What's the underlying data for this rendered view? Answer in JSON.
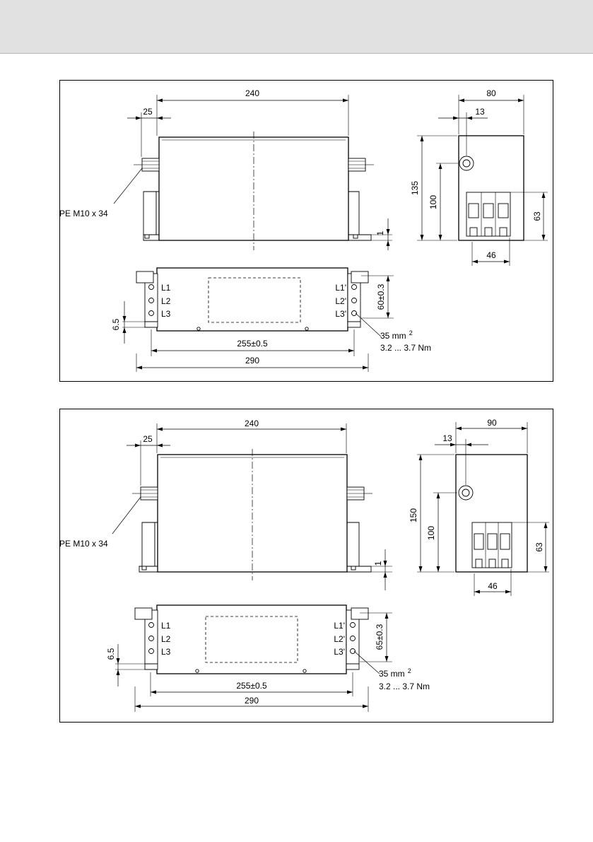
{
  "header": {},
  "drawings": [
    {
      "id": "variant-1",
      "dims": {
        "overall_top_width": "240",
        "pe_offset": "25",
        "side_width": "80",
        "side_bolt_offset": "13",
        "side_height": "135",
        "side_bolt_height": "100",
        "side_terminal_height": "63",
        "side_terminal_width": "46",
        "base_thickness": "1",
        "bottom_height": "60±0.3",
        "bottom_mount_offset": "6.5",
        "bottom_mount_spacing": "255±0.5",
        "bottom_overall_length": "290"
      },
      "labels": {
        "pe": "PE M10 x 34",
        "terminal_spec_1": "35 mm",
        "terminal_spec_sup": "2",
        "terminal_spec_2": "3.2 ... 3.7 Nm",
        "line_in": [
          "L1",
          "L2",
          "L3"
        ],
        "line_out": [
          "L1'",
          "L2'",
          "L3'"
        ]
      }
    },
    {
      "id": "variant-2",
      "dims": {
        "overall_top_width": "240",
        "pe_offset": "25",
        "side_width": "90",
        "side_bolt_offset": "13",
        "side_height": "150",
        "side_bolt_height": "100",
        "side_terminal_height": "63",
        "side_terminal_width": "46",
        "base_thickness": "1",
        "bottom_height": "65±0.3",
        "bottom_mount_offset": "6.5",
        "bottom_mount_spacing": "255±0.5",
        "bottom_overall_length": "290"
      },
      "labels": {
        "pe": "PE M10 x 34",
        "terminal_spec_1": "35 mm",
        "terminal_spec_sup": "2",
        "terminal_spec_2": "3.2 ... 3.7 Nm",
        "line_in": [
          "L1",
          "L2",
          "L3"
        ],
        "line_out": [
          "L1'",
          "L2'",
          "L3'"
        ]
      }
    }
  ]
}
